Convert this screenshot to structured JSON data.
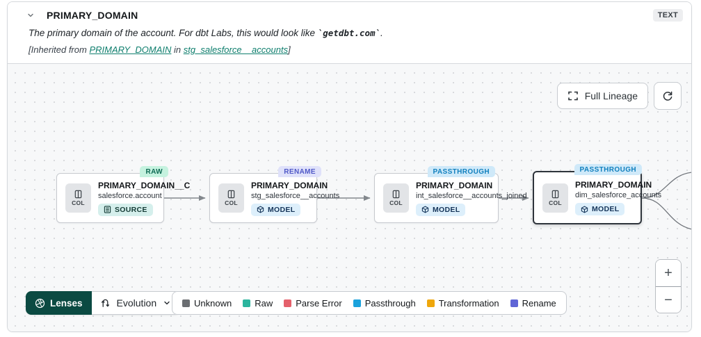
{
  "header": {
    "title": "PRIMARY_DOMAIN",
    "type_badge": "TEXT",
    "description_prefix": "The primary domain of the account. For dbt Labs, this would look like ",
    "description_code": "`getdbt.com`",
    "description_suffix": ".",
    "inherited_prefix": "[Inherited from ",
    "inherited_column_link": "PRIMARY_DOMAIN",
    "inherited_middle": " in ",
    "inherited_model_link": "stg_salesforce__accounts",
    "inherited_suffix": "]"
  },
  "toolbar": {
    "full_lineage_label": "Full Lineage"
  },
  "nodes": [
    {
      "title": "PRIMARY_DOMAIN__C",
      "subtitle": "salesforce.account",
      "resource": "SOURCE",
      "col_label": "COL",
      "tag": "RAW",
      "tag_bg": "#c5f2df",
      "tag_fg": "#0d6953"
    },
    {
      "title": "PRIMARY_DOMAIN",
      "subtitle": "stg_salesforce__accounts",
      "resource": "MODEL",
      "col_label": "COL",
      "tag": "RENAME",
      "tag_bg": "#dfe1fa",
      "tag_fg": "#4f58c7"
    },
    {
      "title": "PRIMARY_DOMAIN",
      "subtitle": "int_salesforce__accounts_joined",
      "resource": "MODEL",
      "col_label": "COL",
      "tag": "PASSTHROUGH",
      "tag_bg": "#cfe9f9",
      "tag_fg": "#1180be"
    },
    {
      "title": "PRIMARY_DOMAIN",
      "subtitle": "dim_salesforce_accounts",
      "resource": "MODEL",
      "col_label": "COL",
      "tag": "PASSTHROUGH",
      "tag_bg": "#cfe9f9",
      "tag_fg": "#1180be"
    }
  ],
  "lenses": {
    "button_label": "Lenses",
    "selected_lens": "Evolution"
  },
  "legend": {
    "items": [
      {
        "label": "Unknown",
        "color": "#6b6e72"
      },
      {
        "label": "Raw",
        "color": "#2cb59e"
      },
      {
        "label": "Parse Error",
        "color": "#e4606b"
      },
      {
        "label": "Passthrough",
        "color": "#1ba2dc"
      },
      {
        "label": "Transformation",
        "color": "#efa70c"
      },
      {
        "label": "Rename",
        "color": "#5f65d6"
      }
    ]
  },
  "zoom_controls": {
    "zoom_in": "+",
    "zoom_out": "−"
  }
}
